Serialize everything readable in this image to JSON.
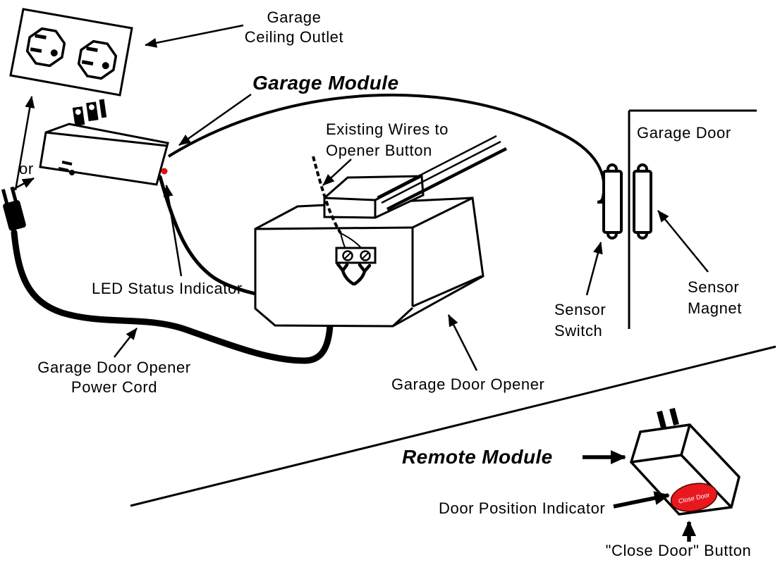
{
  "labels": {
    "ceiling_outlet_line1": "Garage",
    "ceiling_outlet_line2": "Ceiling Outlet",
    "garage_module": "Garage Module",
    "or": "or",
    "existing_wires_line1": "Existing Wires to",
    "existing_wires_line2": "Opener Button",
    "garage_door": "Garage Door",
    "led_status": "LED Status Indicator",
    "power_cord_line1": "Garage Door Opener",
    "power_cord_line2": "Power Cord",
    "garage_door_opener": "Garage Door Opener",
    "sensor_switch_line1": "Sensor",
    "sensor_switch_line2": "Switch",
    "sensor_magnet_line1": "Sensor",
    "sensor_magnet_line2": "Magnet",
    "remote_module": "Remote Module",
    "door_position_indicator": "Door Position Indicator",
    "close_door_button": "\"Close Door\" Button",
    "close_door_button_face": "Close Door"
  },
  "colors": {
    "line": "#000000",
    "background": "#ffffff",
    "led_red": "#dd1111",
    "button_red": "#e8191e",
    "button_text": "#ffffff"
  }
}
